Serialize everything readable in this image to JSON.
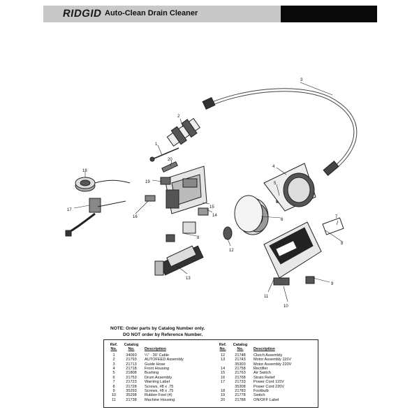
{
  "header": {
    "brand": "RIDGID",
    "title": "Auto-Clean Drain Cleaner"
  },
  "diagram": {
    "callouts": [
      "1",
      "2",
      "3",
      "4",
      "5",
      "6",
      "7",
      "8",
      "9",
      "10",
      "11",
      "12",
      "13",
      "14",
      "15",
      "16",
      "17",
      "18",
      "19",
      "20",
      "8"
    ]
  },
  "note": {
    "line1": "NOTE: Order parts by Catalog Number only.",
    "line2": "DO NOT order by Reference Number."
  },
  "table": {
    "headers": {
      "ref_top": "Ref.",
      "ref_bottom": "No.",
      "catalog_top": "Catalog",
      "catalog_bottom": "No.",
      "description": "Description"
    },
    "left": {
      "refs": [
        "1",
        "2",
        "3",
        "4",
        "5",
        "6",
        "7",
        "8",
        "9",
        "10",
        "11"
      ],
      "catalogs": [
        "34093",
        "21793",
        "21713",
        "21718",
        "21808",
        "21753",
        "21723",
        "21728",
        "35293",
        "35298",
        "21738"
      ],
      "descriptions": [
        "¼\" · 30' Cable",
        "AUTOFEED Assembly",
        "Guide Hose",
        "Front Housing",
        "Bushing",
        "Drum Assembly",
        "Warning Label",
        "Screws, #8 x .75",
        "Screws, #8 x .75",
        "Rubber Feet (4)",
        "Machine Housing"
      ]
    },
    "right": {
      "refs": [
        "12",
        "13",
        "",
        "14",
        "15",
        "16",
        "17",
        "",
        "18",
        "19",
        "20"
      ],
      "catalogs": [
        "21748",
        "21743",
        "35303",
        "21758",
        "21763",
        "21768",
        "21733",
        "35308",
        "21783",
        "21778",
        "21788"
      ],
      "descriptions": [
        "Clutch Assembly",
        "Motor Assembly 115V",
        "Motor Assembly 220V",
        "Rectifier",
        "Air Switch",
        "Strain Relief",
        "Power Cord 115V",
        "Power Cord 220V",
        "Footbulb",
        "Switch",
        "ON/OFF Label"
      ]
    }
  }
}
